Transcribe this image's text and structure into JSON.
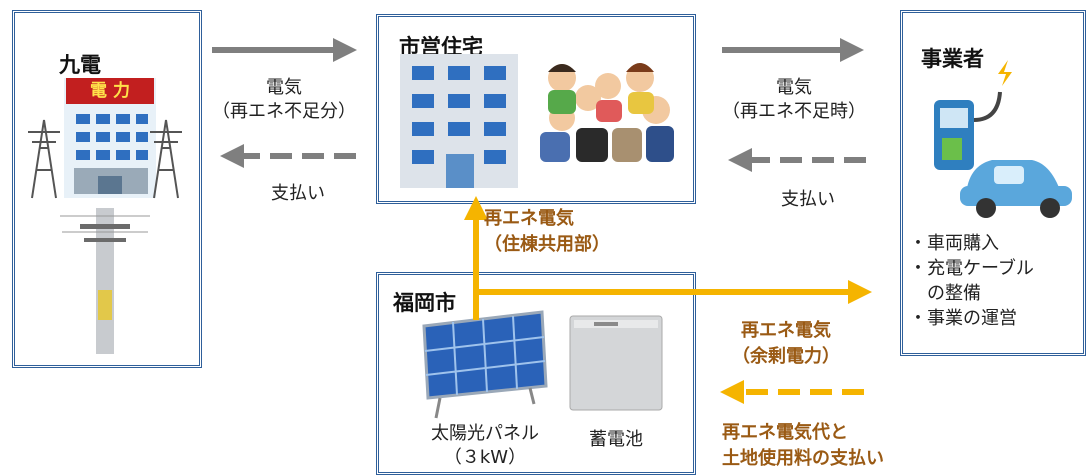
{
  "boxes": {
    "kyuden": "九電",
    "housing": "市営住宅",
    "business": "事業者",
    "fukuoka": "福岡市"
  },
  "flows": {
    "left_top": [
      "電気",
      "（再エネ不足分）"
    ],
    "left_bottom": "支払い",
    "right_top": [
      "電気",
      "（再エネ不足時）"
    ],
    "right_bottom": "支払い",
    "up_orange": [
      "再エネ電気",
      "（住棟共用部）"
    ],
    "right_orange": [
      "再エネ電気",
      "（余剰電力）"
    ],
    "back_orange": [
      "再エネ電気代と",
      "土地使用料の支払い"
    ]
  },
  "icons": {
    "building_sign": "電 力"
  },
  "business_items": [
    "・車両購入",
    "・充電ケーブル",
    "　の整備",
    "・事業の運営"
  ],
  "equipment": {
    "solar_label": [
      "太陽光パネル",
      "（３kW）"
    ],
    "battery_label": "蓄電池"
  },
  "colors": {
    "box_border": "#2f5f9a",
    "gray_arrow": "#7f7f7f",
    "orange_arrow": "#f5b400",
    "orange_text": "#9a5a14"
  }
}
